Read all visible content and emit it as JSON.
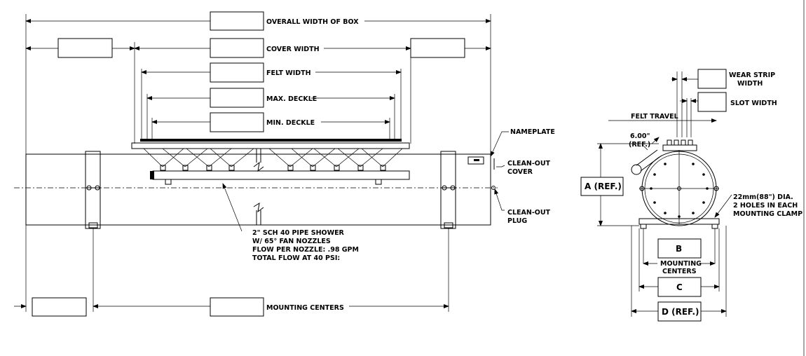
{
  "front_view": {
    "labels": {
      "overall_width": "OVERALL WIDTH OF BOX",
      "cover_width": "COVER WIDTH",
      "felt_width": "FELT WIDTH",
      "max_deckle": "MAX. DECKLE",
      "min_deckle": "MIN. DECKLE",
      "nameplate": "NAMEPLATE",
      "clean_out_cover_1": "CLEAN-OUT",
      "clean_out_cover_2": "COVER",
      "clean_out_plug_1": "CLEAN-OUT",
      "clean_out_plug_2": "PLUG",
      "mounting_centers": "MOUNTING CENTERS"
    },
    "shower_note": [
      "2\" SCH 40 PIPE SHOWER",
      "W/ 65° FAN NOZZLES",
      "FLOW PER NOZZLE: .98 GPM",
      "TOTAL FLOW AT 40 PSI:"
    ]
  },
  "side_view": {
    "labels": {
      "wear_strip_1": "WEAR STRIP",
      "wear_strip_2": "WIDTH",
      "slot_width": "SLOT WIDTH",
      "felt_travel": "FELT TRAVEL",
      "angle_1": "6.00\"",
      "angle_2": "(REF.)",
      "a_ref": "A (REF.)",
      "b": "B",
      "c": "C",
      "d_ref": "D (REF.)",
      "mounting_centers_1": "MOUNTING",
      "mounting_centers_2": "CENTERS"
    },
    "hole_note": [
      "22mm(88\") DIA.",
      "2 HOLES IN EACH",
      "MOUNTING CLAMP"
    ]
  }
}
